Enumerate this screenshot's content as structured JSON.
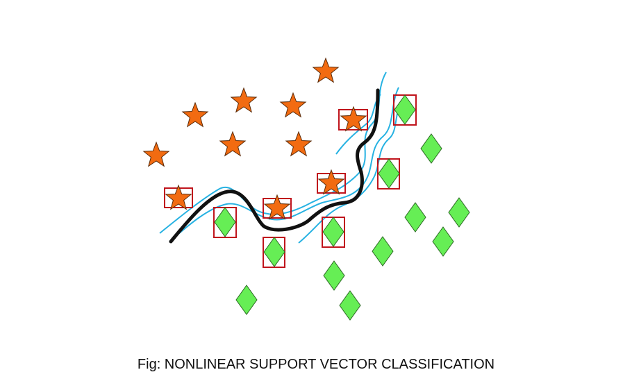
{
  "caption": "Fig: NONLINEAR SUPPORT VECTOR CLASSIFICATION",
  "colors": {
    "star_fill": "#f26b11",
    "star_stroke": "#5a2a08",
    "diamond_fill": "#66ee55",
    "diamond_stroke": "#2c6a24",
    "support_box": "#c0141c",
    "decision_boundary": "#111111",
    "margin_lines": "#27b2e2"
  },
  "legend_shapes": {
    "class_a": "star",
    "class_b": "diamond",
    "support_vector_marker": "box"
  }
}
